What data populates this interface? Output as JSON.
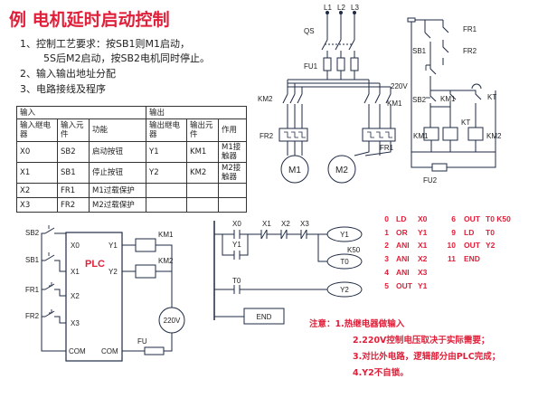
{
  "title": "例  电机延时启动控制",
  "requirements": [
    "1、控制工艺要求：按SB1则M1启动，",
    "5S后M2启动，按SB2电机同时停止。",
    "2、输入输出地址分配",
    "3、电路接线及程序"
  ],
  "io_table": {
    "input_header": "输入",
    "output_header": "输出",
    "input_columns": [
      "输入继电器",
      "输入元件",
      "功能"
    ],
    "output_columns": [
      "输出继电器",
      "输出元件",
      "作用"
    ],
    "rows": [
      {
        "in_relay": "X0",
        "in_element": "SB2",
        "function": "启动按钮",
        "out_relay": "Y1",
        "out_element": "KM1",
        "effect": "M1接触器"
      },
      {
        "in_relay": "X1",
        "in_element": "SB1",
        "function": "停止按钮",
        "out_relay": "Y2",
        "out_element": "KM2",
        "effect": "M2接触器"
      },
      {
        "in_relay": "X2",
        "in_element": "FR1",
        "function": "M1过载保护",
        "out_relay": "",
        "out_element": "",
        "effect": ""
      },
      {
        "in_relay": "X3",
        "in_element": "FR2",
        "function": "M2过载保护",
        "out_relay": "",
        "out_element": "",
        "effect": ""
      }
    ]
  },
  "power_circuit": {
    "phases": [
      "L1",
      "L2",
      "L3"
    ],
    "switch": "QS",
    "fuse": "FU1",
    "contactor1": "KM1",
    "contactor2": "KM2",
    "overload1": "FR1",
    "overload2": "FR2",
    "motor1": "M1",
    "motor2": "M2"
  },
  "control_circuit": {
    "fr1": "FR1",
    "fr2": "FR2",
    "sb1": "SB1",
    "sb2": "SB2",
    "km1_contact": "KM1",
    "km1": "KM1",
    "kt": "KT",
    "km2": "KM2",
    "voltage": "220V",
    "fuse": "FU2"
  },
  "plc_wiring": {
    "plc_label": "PLC",
    "inputs": [
      {
        "device": "SB2",
        "terminal": "X0"
      },
      {
        "device": "SB1",
        "terminal": "X1"
      },
      {
        "device": "FR1",
        "terminal": "X2"
      },
      {
        "device": "FR2",
        "terminal": "X3"
      }
    ],
    "outputs": [
      {
        "terminal": "Y1",
        "coil": "KM1"
      },
      {
        "terminal": "Y2",
        "coil": "KM2"
      }
    ],
    "com_left": "COM",
    "com_right": "COM",
    "voltage": "220V",
    "fuse": "FU"
  },
  "ladder": {
    "rung1_contacts": [
      "X0",
      "X1",
      "X2",
      "X3"
    ],
    "rung1_parallel": "Y1",
    "rung1_coil": "Y1",
    "timer_coil": "T0",
    "timer_preset": "K50",
    "rung2_contact": "T0",
    "rung2_coil": "Y2",
    "end": "END"
  },
  "instructions": [
    {
      "step": "0",
      "op": "LD",
      "arg": "X0"
    },
    {
      "step": "1",
      "op": "OR",
      "arg": "Y1"
    },
    {
      "step": "2",
      "op": "ANI",
      "arg": "X1"
    },
    {
      "step": "3",
      "op": "ANI",
      "arg": "X2"
    },
    {
      "step": "4",
      "op": "ANI",
      "arg": "X3"
    },
    {
      "step": "5",
      "op": "OUT",
      "arg": "Y1"
    },
    {
      "step": "6",
      "op": "OUT",
      "arg": "T0  K50"
    },
    {
      "step": "9",
      "op": "LD",
      "arg": "T0"
    },
    {
      "step": "10",
      "op": "OUT",
      "arg": "Y2"
    },
    {
      "step": "11",
      "op": "END",
      "arg": ""
    }
  ],
  "notes": [
    "注意：1.热继电器做输入",
    "2.220V控制电压取决于实际需要；",
    "3.对比外电路，逻辑部分由PLC完成；",
    "4.Y2不自锁。"
  ],
  "colors": {
    "title": "#e0203a",
    "instruction": "#e0203a",
    "wire": "#1f2a44",
    "coil_fill": "#ffffff"
  }
}
